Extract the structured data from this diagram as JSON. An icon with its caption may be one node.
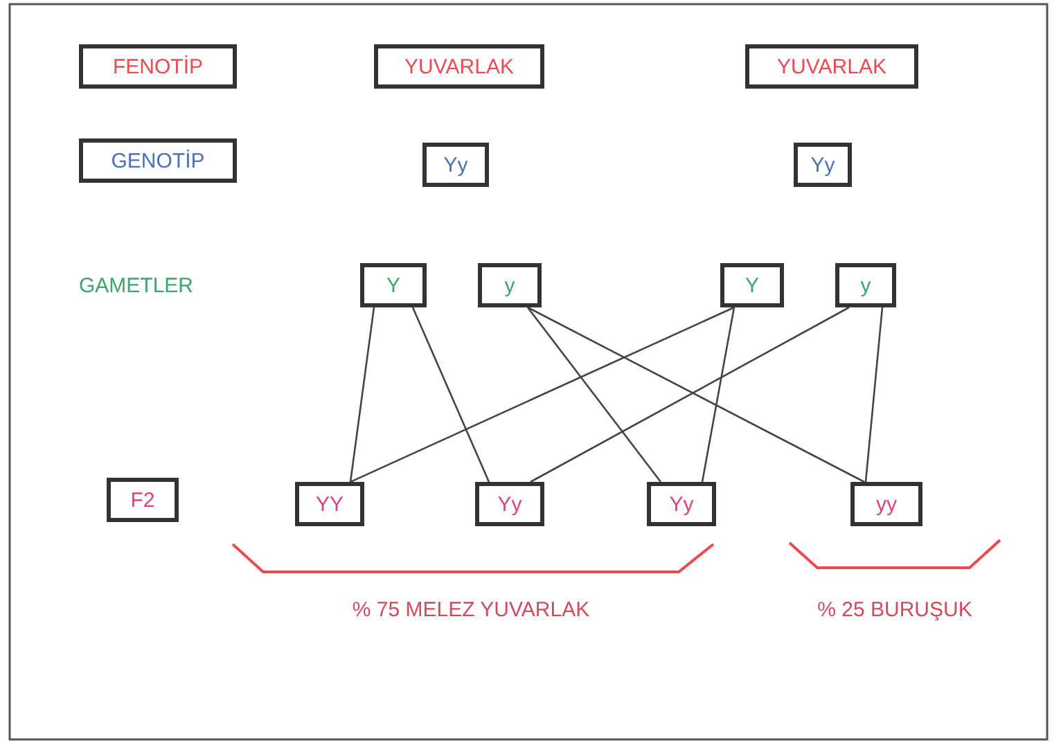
{
  "diagram": {
    "nodes": [
      {
        "text": [
          "FENOTİP"
        ]
      },
      {
        "text": [
          "YUVARLAK"
        ]
      },
      {
        "text": [
          "YUVARLAK"
        ]
      },
      {
        "text": [
          "GENOTİP"
        ]
      },
      {
        "text": [
          "Yy"
        ]
      },
      {
        "text": [
          "Yy"
        ]
      },
      {
        "text": [
          "Y"
        ]
      },
      {
        "text": [
          "y"
        ]
      },
      {
        "text": [
          "Y"
        ]
      },
      {
        "text": [
          "y"
        ]
      },
      {
        "text": [
          "F2"
        ]
      },
      {
        "text": [
          "YY"
        ]
      },
      {
        "text": [
          "Yy"
        ]
      },
      {
        "text": [
          "Yy"
        ]
      },
      {
        "text": [
          "yy"
        ]
      }
    ],
    "edges": [
      {
        "from": 6,
        "to": 11,
        "arrow": "none"
      },
      {
        "from": 6,
        "to": 12,
        "arrow": "none"
      },
      {
        "from": 7,
        "to": 13,
        "arrow": "none"
      },
      {
        "from": 7,
        "to": 14,
        "arrow": "none"
      },
      {
        "from": 8,
        "to": 11,
        "arrow": "none"
      },
      {
        "from": 8,
        "to": 13,
        "arrow": "none"
      },
      {
        "from": 9,
        "to": 12,
        "arrow": "none"
      },
      {
        "from": 9,
        "to": 14,
        "arrow": "none"
      }
    ],
    "labels": [
      "GAMETLER",
      "% 75 MELEZ YUVARLAK",
      "% 25 BURUŞUK"
    ]
  }
}
